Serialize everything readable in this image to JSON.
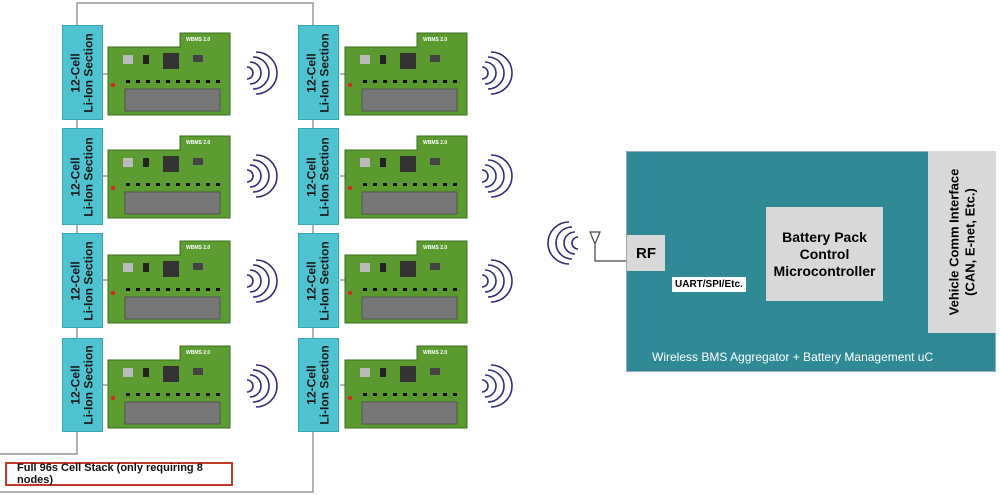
{
  "cell_stack": {
    "sections": [
      {
        "label": "12-Cell\nLi-Ion Section"
      },
      {
        "label": "12-Cell\nLi-Ion Section"
      },
      {
        "label": "12-Cell\nLi-Ion Section"
      },
      {
        "label": "12-Cell\nLi-Ion Section"
      },
      {
        "label": "12-Cell\nLi-Ion Section"
      },
      {
        "label": "12-Cell\nLi-Ion Section"
      },
      {
        "label": "12-Cell\nLi-Ion Section"
      },
      {
        "label": "12-Cell\nLi-Ion Section"
      }
    ],
    "board_label": "WBMS 2.0",
    "caption": "Full 96s Cell Stack (only requiring 8 nodes)"
  },
  "aggregator": {
    "rf_label": "RF",
    "bus_label": "UART/SPI/Etc.",
    "mcu_label": "Battery Pack\nControl\nMicrocontroller",
    "vehicle_interface_label": "Vehicle Comm Interface\n(CAN, E-net, Etc.)",
    "title": "Wireless BMS Aggregator + Battery Management uC"
  },
  "colors": {
    "section": "#4fc3cf",
    "aggregator": "#2f8a96",
    "board": "#5a9a2e",
    "wave": "#2e2f7a",
    "caption_border": "#c0392b"
  }
}
